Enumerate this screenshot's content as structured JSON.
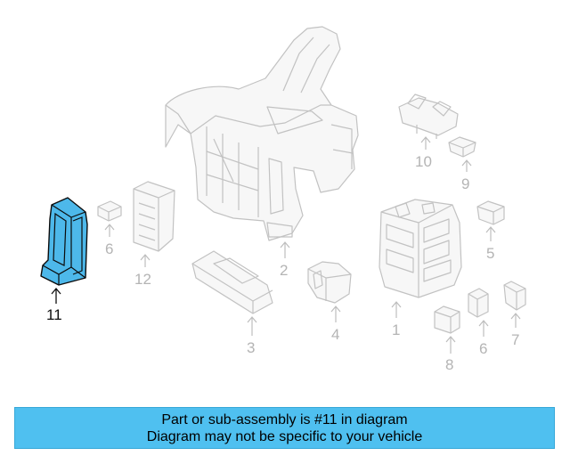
{
  "callouts": [
    {
      "id": "1",
      "label": "1"
    },
    {
      "id": "2",
      "label": "2"
    },
    {
      "id": "3",
      "label": "3"
    },
    {
      "id": "4",
      "label": "4"
    },
    {
      "id": "5",
      "label": "5"
    },
    {
      "id": "6a",
      "label": "6"
    },
    {
      "id": "6b",
      "label": "6"
    },
    {
      "id": "7",
      "label": "7"
    },
    {
      "id": "8",
      "label": "8"
    },
    {
      "id": "9",
      "label": "9"
    },
    {
      "id": "10",
      "label": "10"
    },
    {
      "id": "11",
      "label": "11"
    },
    {
      "id": "12",
      "label": "12"
    }
  ],
  "highlighted_part": "11",
  "colors": {
    "highlight": "#4db8ea",
    "banner": "#4fc0f0",
    "part_outline": "#c2c2c2"
  },
  "caption": {
    "line1": "Part or sub-assembly is #11 in diagram",
    "line2": "Diagram may not be specific to your vehicle"
  }
}
